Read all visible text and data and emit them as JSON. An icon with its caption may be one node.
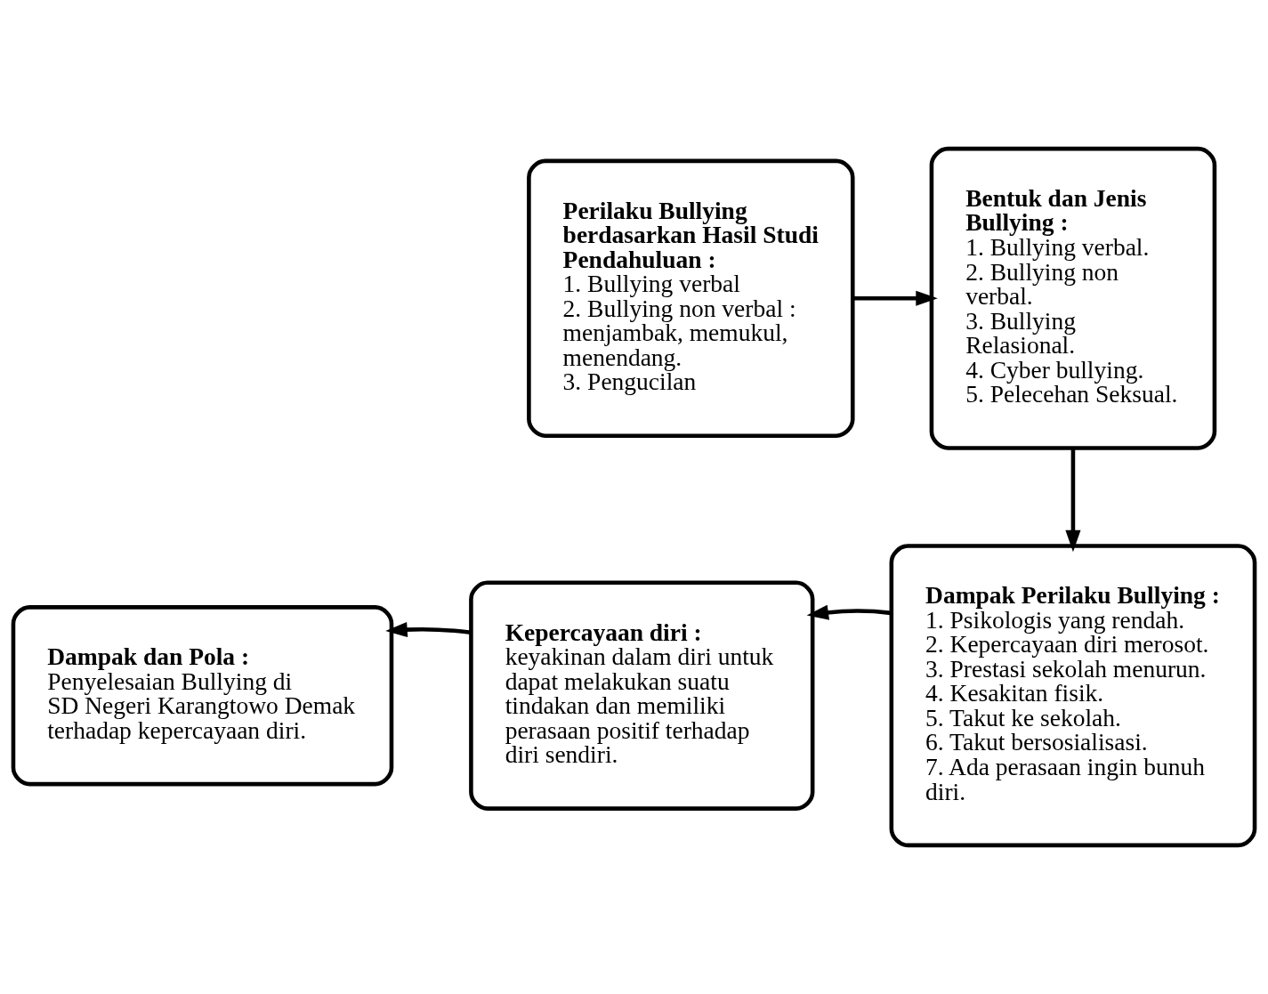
{
  "diagram": {
    "nodes": [
      {
        "text": [
          "Perilaku Bullying berdasarkan Hasil Studi Pendahuluan :",
          "1. Bullying verbal",
          "2. Bullying non verbal : menjambak, memukul, menendang.",
          "3. Pengucilan"
        ]
      },
      {
        "text": [
          "Bentuk dan Jenis Bullying :",
          "1. Bullying verbal.",
          "2. Bullying non verbal.",
          "3. Bullying Relasional.",
          "4. Cyber bullying.",
          "5. Pelecehan Seksual."
        ]
      },
      {
        "text": [
          "Dampak Perilaku Bullying :",
          "1. Psikologis yang rendah.",
          "2. Kepercayaan diri merosot.",
          "3. Prestasi sekolah menurun.",
          "4. Kesakitan fisik.",
          "5. Takut ke sekolah.",
          "6. Takut bersosialisasi.",
          "7. Ada perasaan ingin bunuh diri."
        ]
      },
      {
        "text": [
          "Kepercayaan diri :",
          "keyakinan dalam diri untuk dapat melakukan suatu tindakan dan memiliki perasaan positif terhadap diri sendiri."
        ]
      },
      {
        "text": [
          "Dampak dan Pola :",
          "Penyelesaian Bullying di SD Negeri Karangtowo Demak terhadap kepercayaan diri."
        ]
      }
    ],
    "edges": [
      {
        "from": 0,
        "to": 1,
        "arrow": "to"
      },
      {
        "from": 1,
        "to": 2,
        "arrow": "to"
      },
      {
        "from": 2,
        "to": 3,
        "arrow": "to"
      },
      {
        "from": 3,
        "to": 4,
        "arrow": "to"
      }
    ]
  }
}
